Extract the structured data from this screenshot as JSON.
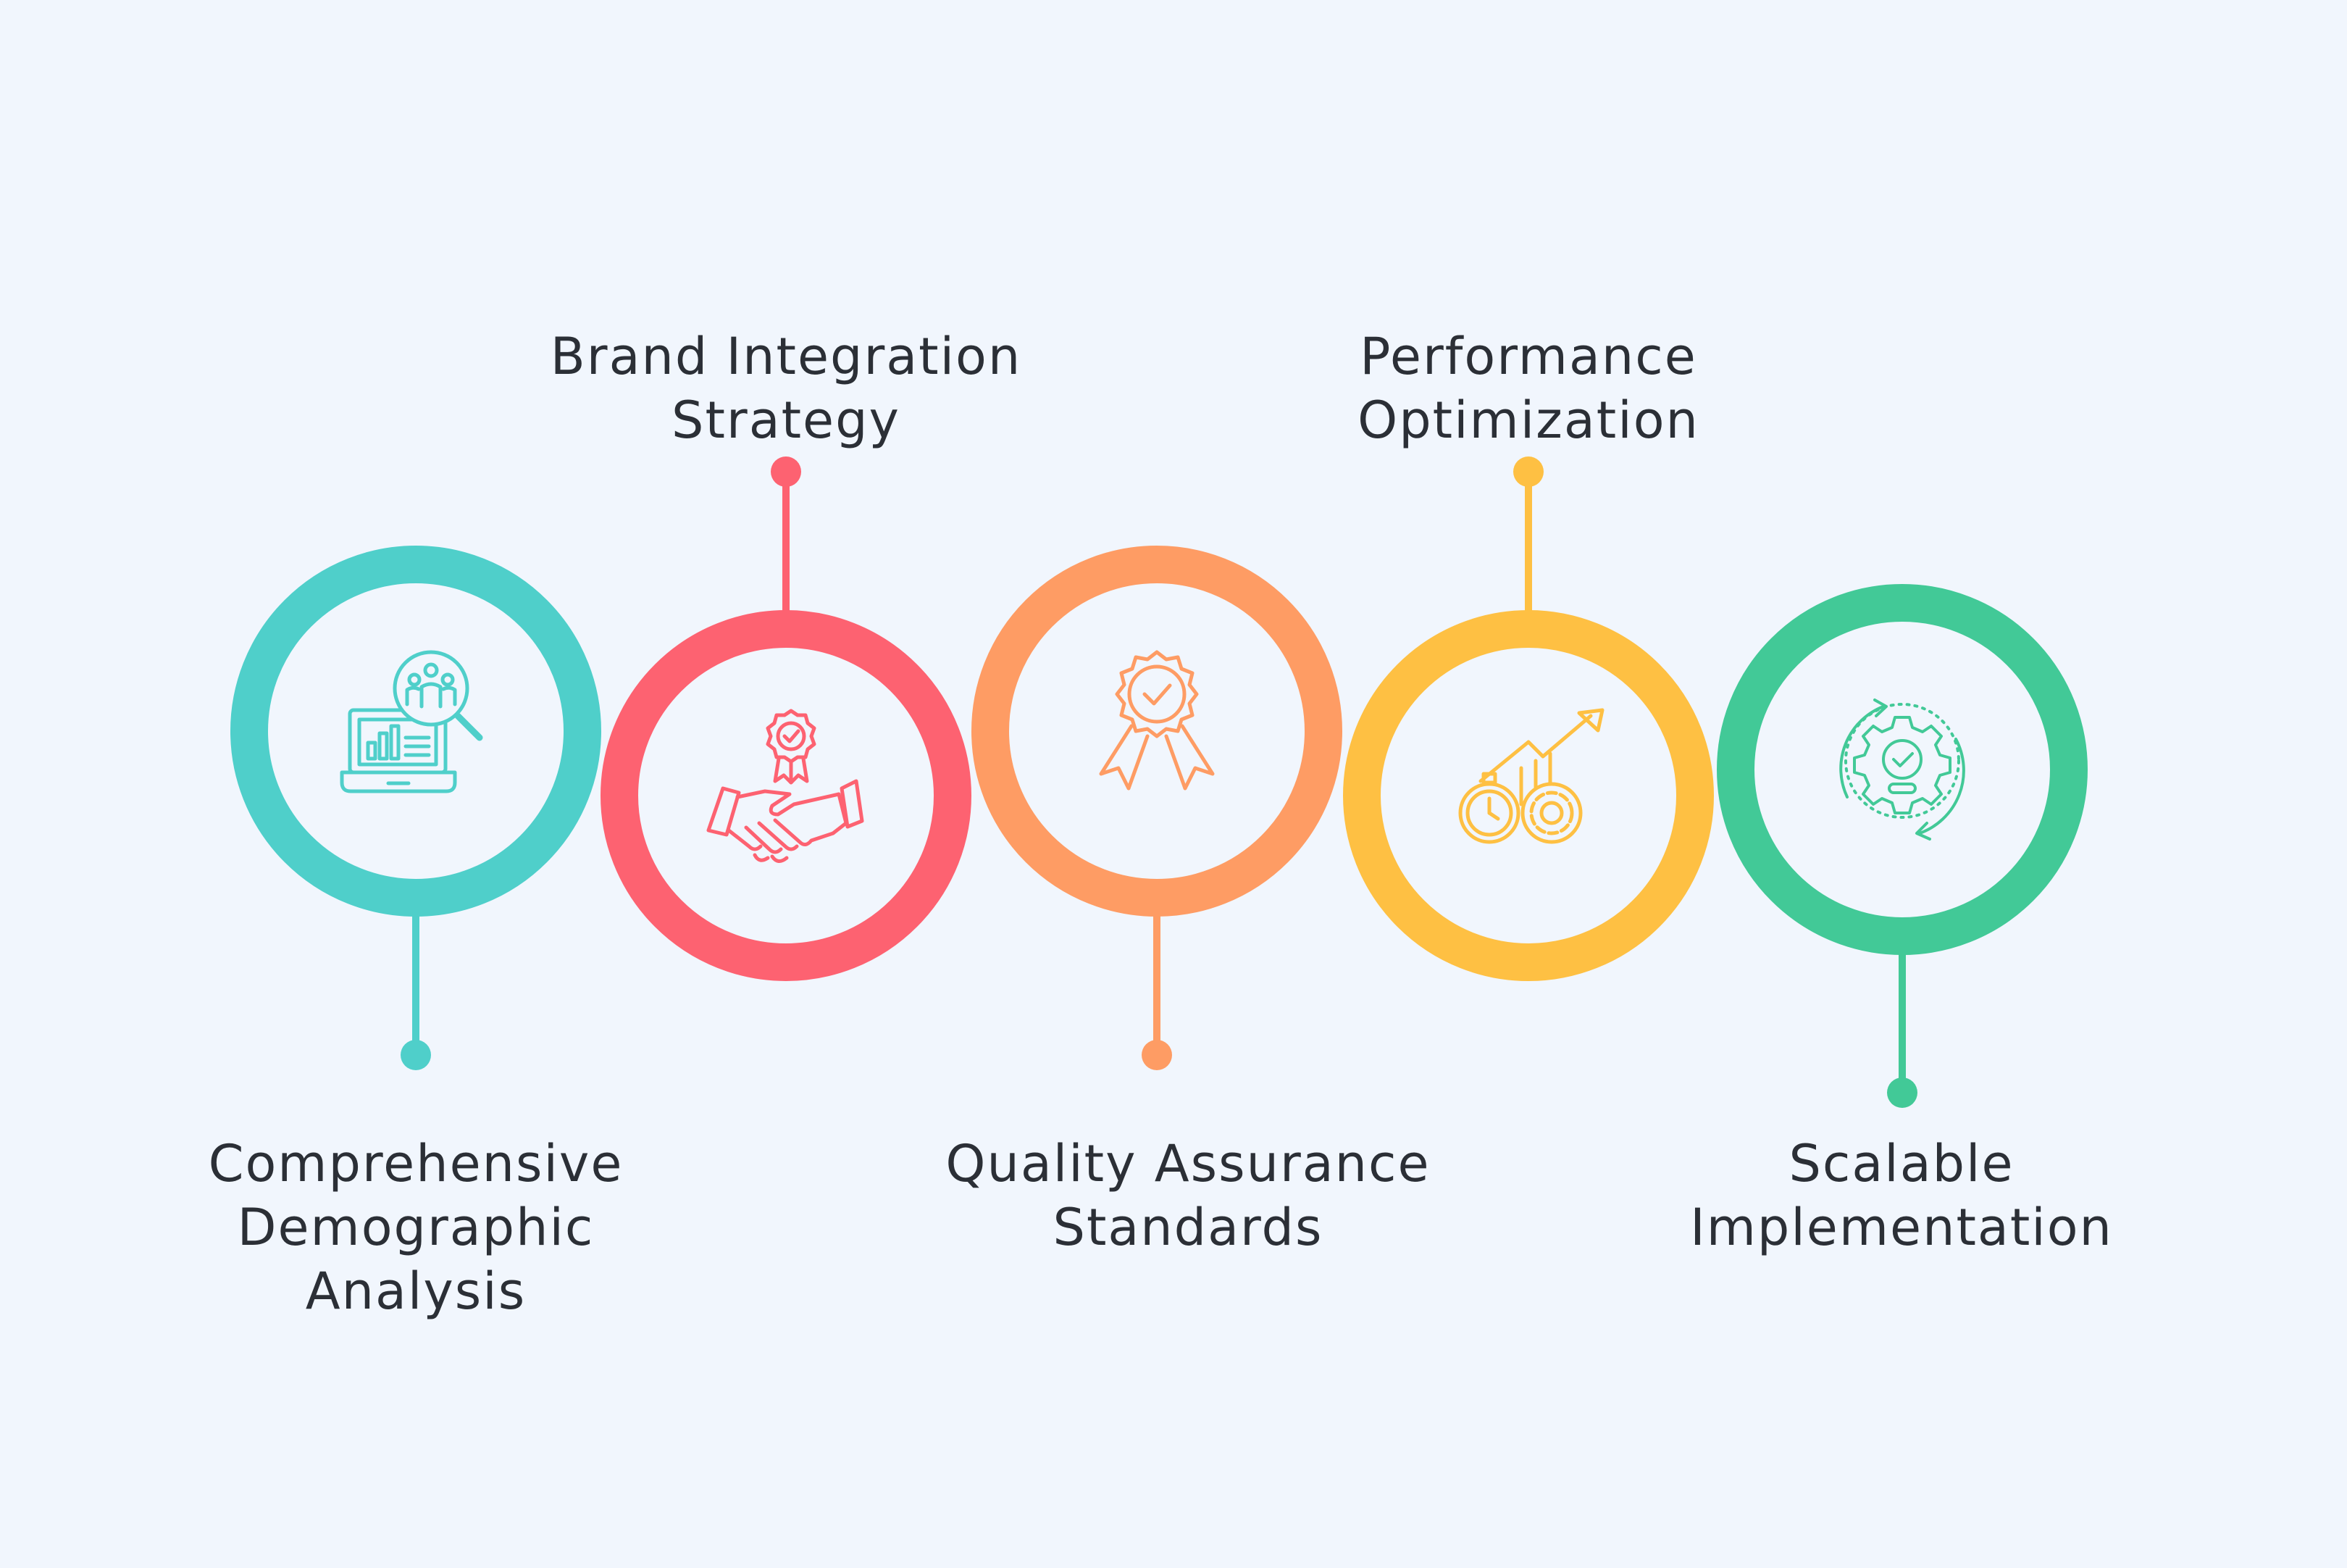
{
  "steps": [
    {
      "id": "demographic",
      "lines": [
        "Comprehensive",
        "Demographic",
        "Analysis"
      ],
      "color": "#4fcfca",
      "icon": "market-research-icon"
    },
    {
      "id": "brand",
      "lines": [
        "Brand Integration",
        "Strategy"
      ],
      "color": "#fd6271",
      "icon": "handshake-award-icon"
    },
    {
      "id": "quality",
      "lines": [
        "Quality Assurance",
        "Standards"
      ],
      "color": "#fe9c64",
      "icon": "quality-badge-icon"
    },
    {
      "id": "performance",
      "lines": [
        "Performance",
        "Optimization"
      ],
      "color": "#fec043",
      "icon": "performance-gears-icon"
    },
    {
      "id": "scalable",
      "lines": [
        "Scalable",
        "Implementation"
      ],
      "color": "#42c997",
      "icon": "gear-cycle-icon"
    }
  ]
}
